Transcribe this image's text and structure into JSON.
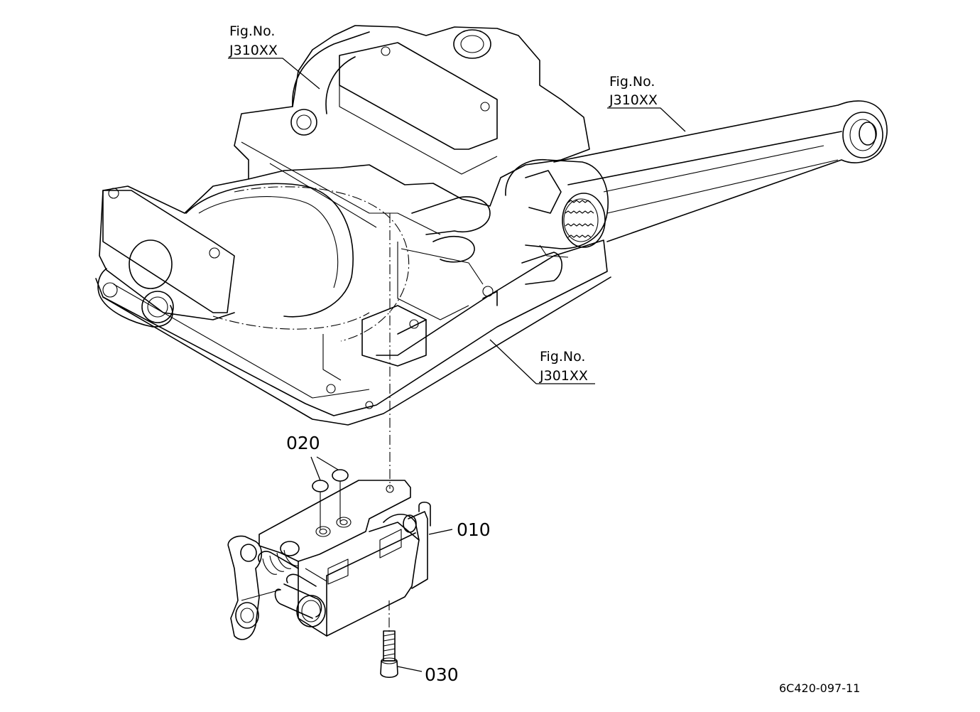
{
  "figure_refs": [
    {
      "line1": "Fig.No.",
      "line2": "J310XX"
    },
    {
      "line1": "Fig.No.",
      "line2": "J310XX"
    },
    {
      "line1": "Fig.No.",
      "line2": "J301XX"
    }
  ],
  "callouts": {
    "part_020": "020",
    "part_010": "010",
    "part_030": "030"
  },
  "drawing_code": "6C420-097-11"
}
